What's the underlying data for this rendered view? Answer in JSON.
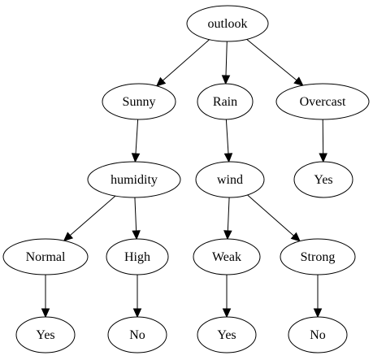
{
  "diagram": {
    "nodes": [
      {
        "id": "outlook",
        "label": "outlook"
      },
      {
        "id": "sunny",
        "label": "Sunny"
      },
      {
        "id": "rain",
        "label": "Rain"
      },
      {
        "id": "overcast",
        "label": "Overcast"
      },
      {
        "id": "humidity",
        "label": "humidity"
      },
      {
        "id": "wind",
        "label": "wind"
      },
      {
        "id": "yes_overcast",
        "label": "Yes"
      },
      {
        "id": "normal",
        "label": "Normal"
      },
      {
        "id": "high",
        "label": "High"
      },
      {
        "id": "weak",
        "label": "Weak"
      },
      {
        "id": "strong",
        "label": "Strong"
      },
      {
        "id": "yes_normal",
        "label": "Yes"
      },
      {
        "id": "no_high",
        "label": "No"
      },
      {
        "id": "yes_weak",
        "label": "Yes"
      },
      {
        "id": "no_strong",
        "label": "No"
      }
    ],
    "edges": [
      {
        "from": "outlook",
        "to": "sunny"
      },
      {
        "from": "outlook",
        "to": "rain"
      },
      {
        "from": "outlook",
        "to": "overcast"
      },
      {
        "from": "sunny",
        "to": "humidity"
      },
      {
        "from": "rain",
        "to": "wind"
      },
      {
        "from": "overcast",
        "to": "yes_overcast"
      },
      {
        "from": "humidity",
        "to": "normal"
      },
      {
        "from": "humidity",
        "to": "high"
      },
      {
        "from": "wind",
        "to": "weak"
      },
      {
        "from": "wind",
        "to": "strong"
      },
      {
        "from": "normal",
        "to": "yes_normal"
      },
      {
        "from": "high",
        "to": "no_high"
      },
      {
        "from": "weak",
        "to": "yes_weak"
      },
      {
        "from": "strong",
        "to": "no_strong"
      }
    ]
  }
}
